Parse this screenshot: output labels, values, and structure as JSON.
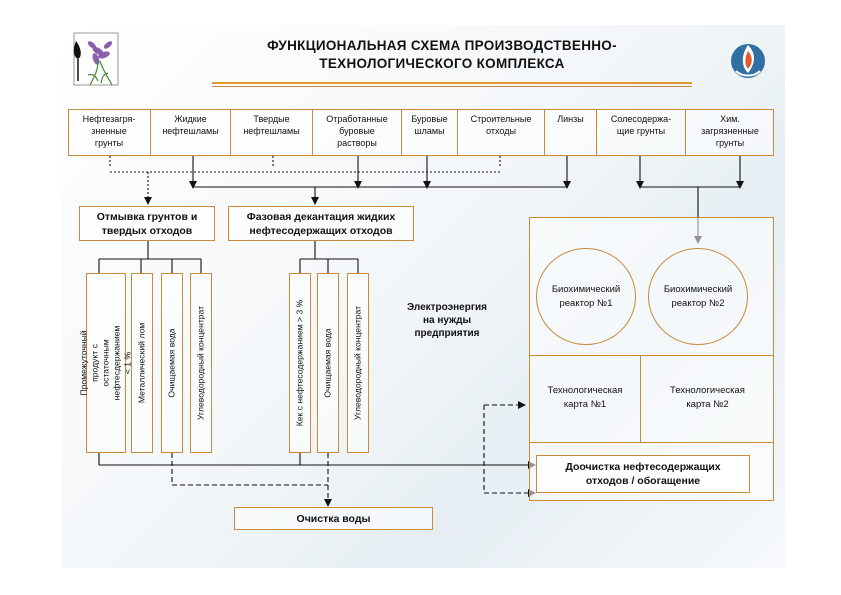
{
  "title_line1": "ФУНКЦИОНАЛЬНАЯ  СХЕМА ПРОИЗВОДСТВЕННО-",
  "title_line2": "ТЕХНОЛОГИЧЕСКОГО  КОМПЛЕКСА",
  "colors": {
    "border": "#c98a3c",
    "accent_line": "#e39a2c",
    "text": "#111111"
  },
  "icons": {
    "left_logo": "flower-oil-logo-icon",
    "right_logo": "flame-drop-logo-icon"
  },
  "sources": [
    {
      "label": "Нефтезагря-\nзненные\nгрунты"
    },
    {
      "label": "Жидкие\nнефтешламы"
    },
    {
      "label": "Твердые\nнефтешламы"
    },
    {
      "label": "Отработанные\nбуровые\nрастворы"
    },
    {
      "label": "Буровые\nшламы"
    },
    {
      "label": "Строительные\nотходы"
    },
    {
      "label": "Линзы"
    },
    {
      "label": "Солесодержа-\nщие грунты"
    },
    {
      "label": "Хим.\nзагрязненные\nгрунты"
    }
  ],
  "process_washing": "Отмывка грунтов и\nтвердых отходов",
  "process_decant": "Фазовая декантация жидких\nнефтесодержащих отходов",
  "products_washing": [
    "Промежуточный продукт с\nостаточным нефтесдержанием\n< 1 %",
    "Металлический лом",
    "Очищаемая вода",
    "Углеводородный концентрат"
  ],
  "products_decant": [
    "Кек с нефтесодержанием > 3 %",
    "Очищаемая вода",
    "Углеводородный концентрат"
  ],
  "electricity": "Электроэнергия\nна нужды\nпредприятия",
  "reactor1": "Биохимический\nреактор №1",
  "reactor2": "Биохимический\nреактор №2",
  "map1": "Технологическая\nкарта №1",
  "map2": "Технологическая\nкарта №2",
  "post_treatment": "Доочистка нефтесодержащих\nотходов / обогащение",
  "water_treatment": "Очистка воды"
}
